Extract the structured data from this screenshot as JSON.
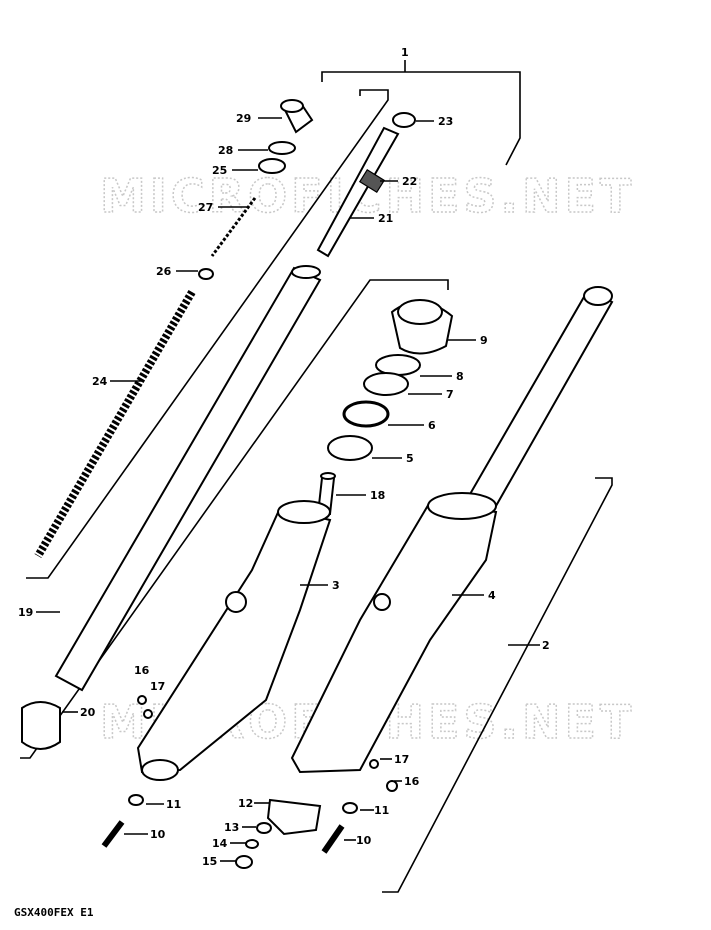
{
  "watermarks": [
    "MICROFICHES.NET",
    "MICROFICHES.NET"
  ],
  "model_code": "GSX400FEX E1",
  "callouts": {
    "c1": "1",
    "c2": "2",
    "c3": "3",
    "c4": "4",
    "c5": "5",
    "c6": "6",
    "c7": "7",
    "c8": "8",
    "c9": "9",
    "c10a": "10",
    "c10b": "10",
    "c11a": "11",
    "c11b": "11",
    "c12": "12",
    "c13": "13",
    "c14": "14",
    "c15": "15",
    "c16a": "16",
    "c16b": "16",
    "c17a": "17",
    "c17b": "17",
    "c18": "18",
    "c19": "19",
    "c20": "20",
    "c21": "21",
    "c22": "22",
    "c23": "23",
    "c24": "24",
    "c25": "25",
    "c26": "26",
    "c27": "27",
    "c28": "28",
    "c29": "29"
  }
}
